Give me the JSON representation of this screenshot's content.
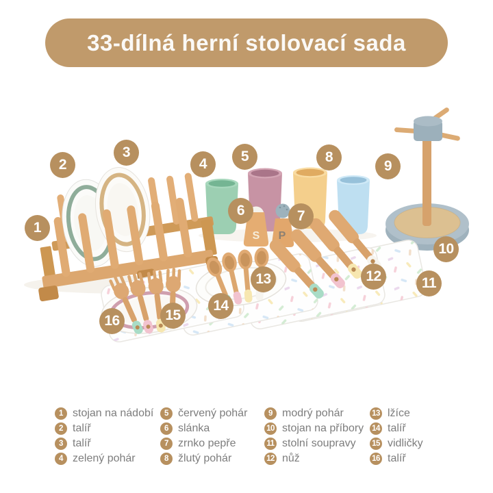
{
  "title": "33-dílná herní stolovací sada",
  "scene": {
    "salt_label": "S",
    "pepper_label": "P",
    "badges": [
      "1",
      "2",
      "3",
      "4",
      "5",
      "6",
      "7",
      "8",
      "9",
      "10",
      "11",
      "12",
      "13",
      "14",
      "15",
      "16"
    ]
  },
  "legend": {
    "items": [
      {
        "num": "1",
        "label": "stojan na nádobí"
      },
      {
        "num": "2",
        "label": "talíř"
      },
      {
        "num": "3",
        "label": "talíř"
      },
      {
        "num": "4",
        "label": "zelený pohár"
      },
      {
        "num": "5",
        "label": "červený pohár"
      },
      {
        "num": "6",
        "label": "slánka"
      },
      {
        "num": "7",
        "label": "zrnko pepře"
      },
      {
        "num": "8",
        "label": "žlutý pohár"
      },
      {
        "num": "9",
        "label": "modrý pohár"
      },
      {
        "num": "10",
        "label": "stojan na příbory"
      },
      {
        "num": "11",
        "label": "stolní soupravy"
      },
      {
        "num": "12",
        "label": "nůž"
      },
      {
        "num": "13",
        "label": "lžíce"
      },
      {
        "num": "14",
        "label": "talíř"
      },
      {
        "num": "15",
        "label": "vidličky"
      },
      {
        "num": "16",
        "label": "talíř"
      }
    ]
  },
  "colors": {
    "banner_bg": "#c09a6b",
    "badge_bg": "#b7905f",
    "legend_text": "#7d7d7d",
    "wood": "#dca76f",
    "cup_green": "#9ccfb2",
    "cup_red": "#c793a4",
    "cup_yellow": "#f4cf8c",
    "cup_blue": "#bedff1",
    "stand_gray": "#9fb2bd",
    "plate_teal_rim": "#8fad9a",
    "plate_gold_rim": "#d5b483",
    "plate_pink_rim": "#cf9fae",
    "tip_mint": "#a9dcc6",
    "tip_pink": "#f2c3cf",
    "tip_yellow": "#f7e7b0"
  }
}
